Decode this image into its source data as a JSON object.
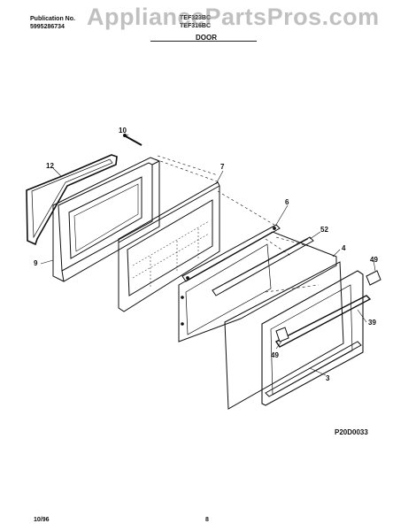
{
  "header": {
    "publication_label": "Publication No.",
    "publication_number": "5995286734",
    "models": [
      "TEF323BC",
      "TEF316BC"
    ],
    "section_title": "DOOR"
  },
  "watermark": "AppliancePartsPros.com",
  "callouts": [
    "10",
    "12",
    "7",
    "6",
    "52",
    "4",
    "49",
    "9",
    "39",
    "49",
    "3"
  ],
  "diagram_code": "P20D0033",
  "footer": {
    "date": "10/96",
    "page": "8"
  }
}
